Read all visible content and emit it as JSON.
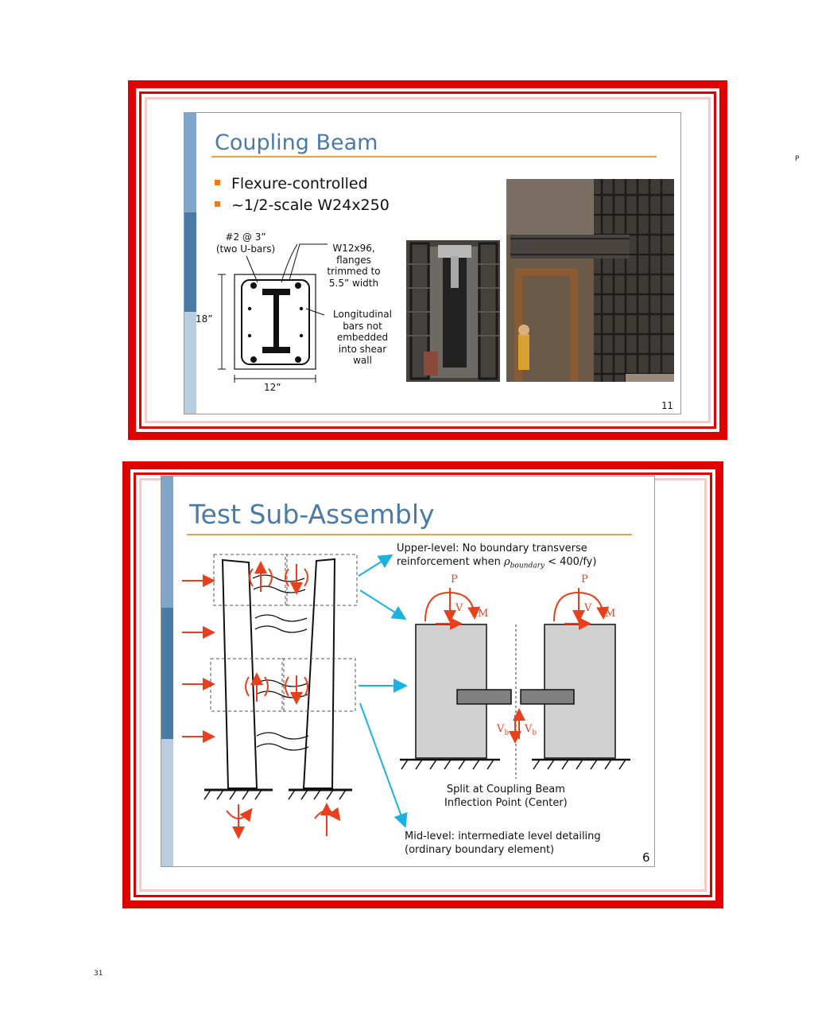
{
  "margin_letter": "P",
  "page_number": "31",
  "slide1": {
    "title": "Coupling Beam",
    "bullets": [
      "Flexure-controlled",
      "~1/2-scale W24x250"
    ],
    "labels": {
      "rebar_l1": "#2 @ 3”",
      "rebar_l2": "(two U-bars)",
      "section_l1": "W12x96,",
      "section_l2": "flanges",
      "section_l3": "trimmed to",
      "section_l4": "5.5” width",
      "long_l1": "Longitudinal",
      "long_l2": "bars not",
      "long_l3": "embedded",
      "long_l4": "into shear",
      "long_l5": "wall",
      "height": "18”",
      "width": "12”"
    },
    "slide_number": "11"
  },
  "slide2": {
    "title": "Test Sub-Assembly",
    "upper_note_l1": "Upper-level: No boundary transverse",
    "upper_note_l2a": "reinforcement when ",
    "rho_sym": "ρ",
    "rho_sub": "boundary",
    "upper_note_l2b": " < 400/fy)",
    "split_l1": "Split at Coupling Beam",
    "split_l2": "Inflection Point (Center)",
    "mid_note_l1": "Mid-level: intermediate level detailing",
    "mid_note_l2": "(ordinary boundary element)",
    "force_p": "P",
    "force_v": "V",
    "force_m": "M",
    "force_vb": "V",
    "force_vb_sub": "b",
    "slide_number": "6"
  },
  "colors": {
    "frame_red": "#e00000",
    "title_blue": "#4a7ba6",
    "rule_orange": "#f0a040",
    "force_red": "#e8401c",
    "arrow_cyan": "#1ab2e0",
    "wall_gray": "#d0d0d0"
  }
}
